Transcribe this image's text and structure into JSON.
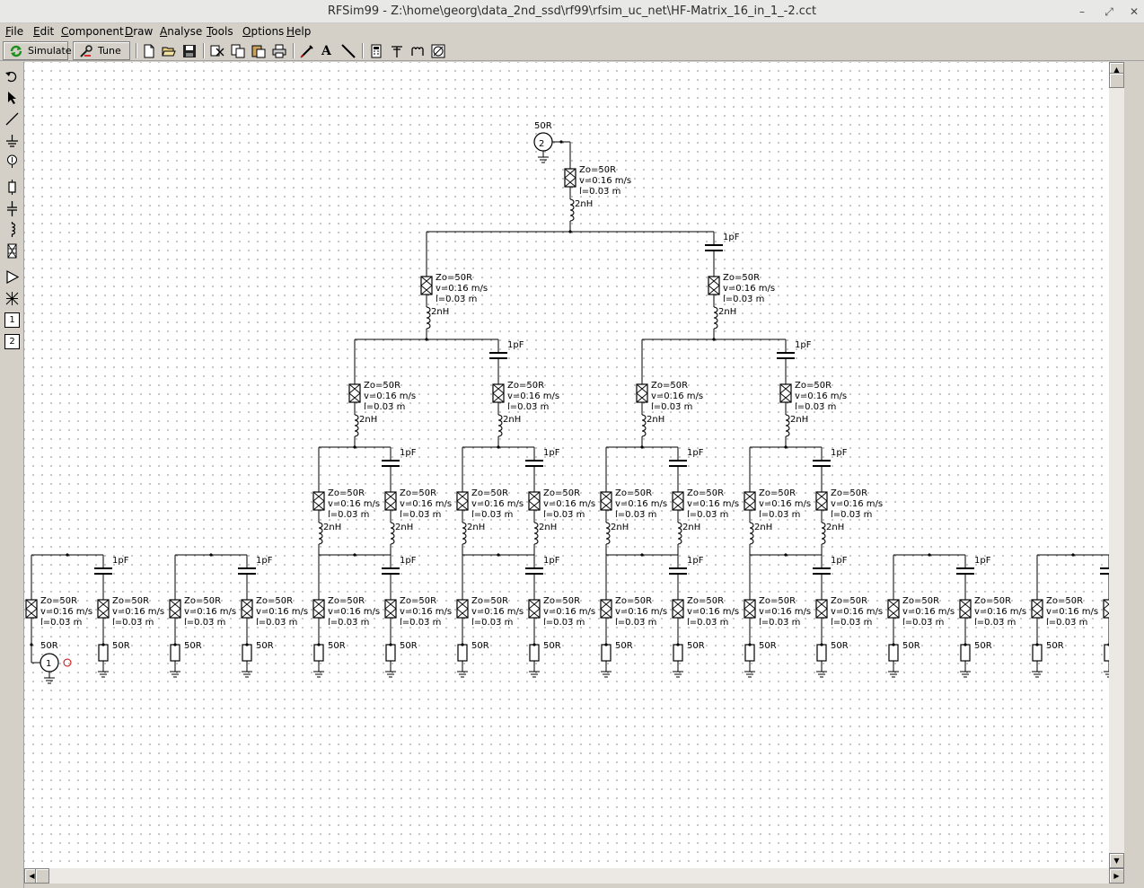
{
  "window": {
    "title": "RFSim99 - Z:\\home\\georg\\data_2nd_ssd\\rf99\\rfsim_uc_net\\HF-Matrix_16_in_1_-2.cct",
    "minimize": "–",
    "restore": "⤢",
    "close": "✕"
  },
  "menu": [
    {
      "pre": "",
      "u": "F",
      "post": "ile"
    },
    {
      "pre": "",
      "u": "E",
      "post": "dit"
    },
    {
      "pre": "",
      "u": "C",
      "post": "omponent"
    },
    {
      "pre": "",
      "u": "D",
      "post": "raw"
    },
    {
      "pre": "",
      "u": "A",
      "post": "nalyse"
    },
    {
      "pre": "",
      "u": "T",
      "post": "ools"
    },
    {
      "pre": "",
      "u": "O",
      "post": "ptions"
    },
    {
      "pre": "",
      "u": "H",
      "post": "elp"
    }
  ],
  "toolbar": {
    "simulate_label": "Simulate",
    "tune_label": "Tune",
    "text_tool_glyph": "A",
    "icons": [
      "new-file-icon",
      "open-file-icon",
      "save-file-icon",
      "cut-icon",
      "copy-icon",
      "paste-icon",
      "print-icon",
      "wire-pen-icon",
      "text-tool-icon",
      "line-tool-icon",
      "calculator-icon",
      "antenna-icon",
      "inductor-tool-icon",
      "smith-chart-icon"
    ]
  },
  "left_tools": {
    "icons": [
      "undo-icon",
      "select-pointer-icon",
      "wire-icon",
      "ground-icon",
      "source-icon",
      "resistor-icon",
      "capacitor-icon",
      "inductor-icon",
      "transmission-line-icon",
      "amplifier-icon",
      "transformer-icon",
      "port-1-icon",
      "port-2-icon"
    ],
    "port1_glyph": "1",
    "port2_glyph": "2"
  },
  "schematic": {
    "tline_zo": "Zo=50R",
    "tline_v": "v=0.16 m/s",
    "tline_l": "l=0.03 m",
    "inductor_label": "2nH",
    "capacitor_label": "1pF",
    "resistor_label": "50R",
    "port_in_label": "50R",
    "port_in_number": "2",
    "port_out_label": "50R",
    "port_out_number": "1"
  }
}
